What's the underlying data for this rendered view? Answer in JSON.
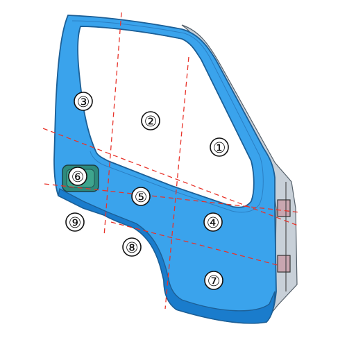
{
  "diagram": {
    "colors": {
      "panel": "#3aa3ec",
      "panel_dark": "#1a7ccc",
      "edge": "#1c5f96",
      "flange": "#c8d0d8",
      "cut_line": "#e8332a",
      "handle": "#2e8a7c",
      "hinge": "#c9a6b0"
    },
    "zones": [
      {
        "id": "zone-1",
        "label": "①"
      },
      {
        "id": "zone-2",
        "label": "②"
      },
      {
        "id": "zone-3",
        "label": "③"
      },
      {
        "id": "zone-4",
        "label": "④"
      },
      {
        "id": "zone-5",
        "label": "⑤"
      },
      {
        "id": "zone-6",
        "label": "⑥"
      },
      {
        "id": "zone-7",
        "label": "⑦"
      },
      {
        "id": "zone-8",
        "label": "⑧"
      },
      {
        "id": "zone-9",
        "label": "⑨"
      }
    ]
  }
}
